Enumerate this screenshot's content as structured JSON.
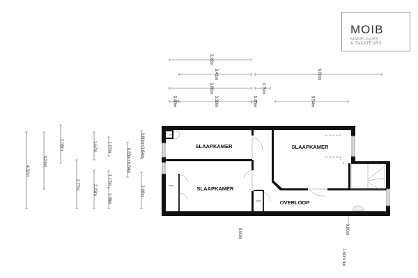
{
  "logo": {
    "name": "MOIB",
    "line1": "MAKELAARS",
    "line2": "& TAXATEURS"
  },
  "rooms": {
    "bedroom1": "SLAAPKAMER",
    "bedroom2": "SLAAPKAMER",
    "bedroom3": "SLAAPKAMER",
    "landing": "OVERLOOP"
  },
  "closets": [
    "KAST",
    "KAST",
    "KAST"
  ],
  "dimensions": {
    "top": [
      "3.92m",
      "3.41m",
      "6.00m",
      "3.88m",
      "0.79m",
      "0.48m",
      "3.39m",
      "0.45m",
      "3.54m"
    ],
    "left": [
      "4.32m",
      "3.24m",
      "2.08m",
      "2.77m",
      "1.67m",
      "2.23m",
      "1.07m",
      "1.17m",
      "1.06m",
      "0.83m+0.84m",
      "0.80m+0.84m",
      "2.08m"
    ],
    "bottom": [
      "0.60m",
      "0.20m",
      "1.50m lijn"
    ]
  }
}
